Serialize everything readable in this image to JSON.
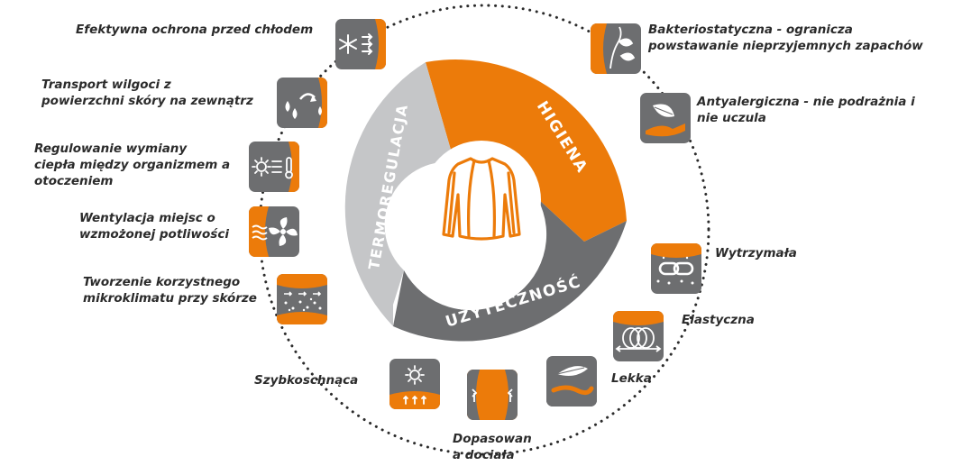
{
  "colors": {
    "orange": "#EC7B0A",
    "dark_gray": "#6D6E70",
    "light_gray": "#C5C6C8",
    "dots": "#2b2b2b"
  },
  "segments": {
    "hygiene": "HIGIENA",
    "thermo": "TERMOREGULACJA",
    "utility": "UŻYTECZNOŚĆ"
  },
  "center_icon": "long-sleeve-thermal-shirt-icon",
  "features_left": [
    {
      "label": "Efektywna ochrona przed chłodem",
      "icon": "snowflake-arrows-icon"
    },
    {
      "label": "Transport wilgoci z\npowierzchni skóry na zewnątrz",
      "icon": "droplets-transport-icon"
    },
    {
      "label": "Regulowanie wymiany\nciepła między organizmem a\notoczeniem",
      "icon": "sun-thermometer-icon"
    },
    {
      "label": "Wentylacja miejsc o\nwzmożonej potliwości",
      "icon": "fan-ventilation-icon"
    },
    {
      "label": "Tworzenie korzystnego\nmikroklimatu przy skórze",
      "icon": "microclimate-layers-icon"
    }
  ],
  "features_right": [
    {
      "label": "Bakteriostatyczna - ogranicza\npowstawanie nieprzyjemnych zapachów",
      "icon": "leaves-face-icon"
    },
    {
      "label": "Antyalergiczna - nie podrażnia i\nnie uczula",
      "icon": "feather-hand-icon"
    },
    {
      "label": "Wytrzymała",
      "icon": "chain-links-icon"
    },
    {
      "label": "Elastyczna",
      "icon": "elastic-coil-icon"
    },
    {
      "label": "Lekka",
      "icon": "feather-icon"
    }
  ],
  "features_bottom": [
    {
      "label": "Dopasowan\na dociała",
      "icon": "body-fit-icon"
    },
    {
      "label": "Szybkoschnąca",
      "icon": "sun-drying-icon"
    }
  ]
}
